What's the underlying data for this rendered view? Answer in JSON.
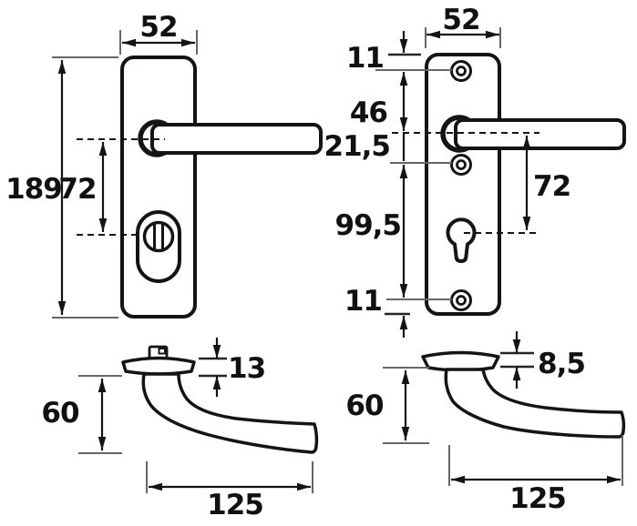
{
  "drawing": {
    "type": "technical-dimension-drawing",
    "subject": "door handle backplates and lever handles, dimensions in mm",
    "colors": {
      "outline": "#141414",
      "dimension": "#141414",
      "extension": "#666666",
      "background": "#ffffff"
    },
    "dims": {
      "plateLeft": {
        "width": "52",
        "height": "189",
        "centers": "72"
      },
      "plateRight": {
        "width": "52",
        "topEdgeToScrew": "11",
        "screwToHandle": "46",
        "handleToScrew": "21,5",
        "screwToScrew": "99,5",
        "screwToBottomEdge": "11",
        "centers": "72"
      },
      "gripLeft": {
        "roseHeight": "13",
        "dropHeight": "60",
        "length": "125"
      },
      "gripRight": {
        "roseHeight": "8,5",
        "dropHeight": "60",
        "length": "125"
      }
    }
  }
}
